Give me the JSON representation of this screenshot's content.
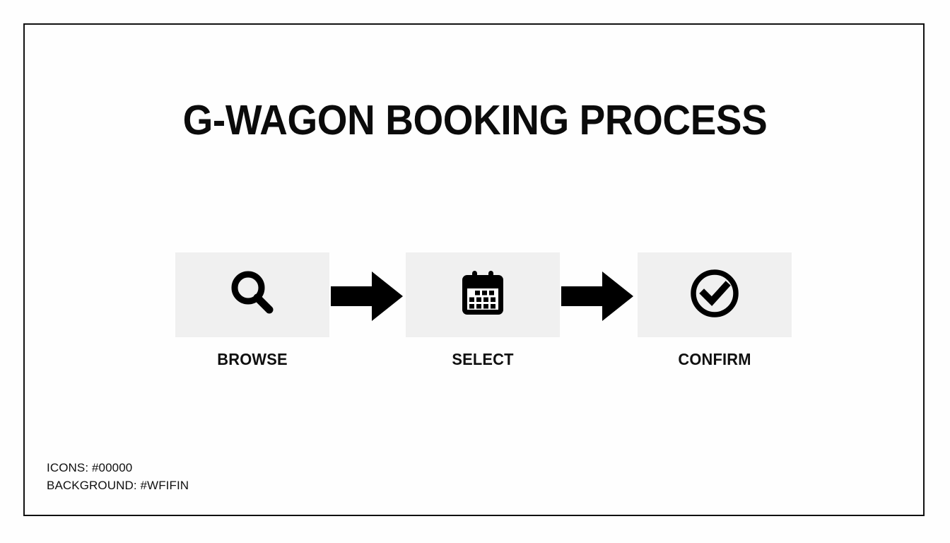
{
  "slide": {
    "title": "G-WAGON BOOKING PROCESS",
    "background_color": "#FEFEFE",
    "frame_color": "#111111"
  },
  "flow": {
    "steps": [
      {
        "label": "BROWSE",
        "icon": "search-icon",
        "tile_color": "#F0F0F0",
        "icon_color": "#000000"
      },
      {
        "label": "SELECT",
        "icon": "calendar-icon",
        "tile_color": "#F0F0F0",
        "icon_color": "#000000"
      },
      {
        "label": "CONFIRM",
        "icon": "check-circle-icon",
        "tile_color": "#F0F0F0",
        "icon_color": "#000000"
      }
    ],
    "connectors": [
      {
        "icon": "arrow-right-icon",
        "color": "#000000"
      },
      {
        "icon": "arrow-right-icon",
        "color": "#000000"
      }
    ]
  },
  "notes": {
    "icons_line": "ICONS: #00000",
    "background_line": "BACKGROUND: #WFIFIN"
  }
}
